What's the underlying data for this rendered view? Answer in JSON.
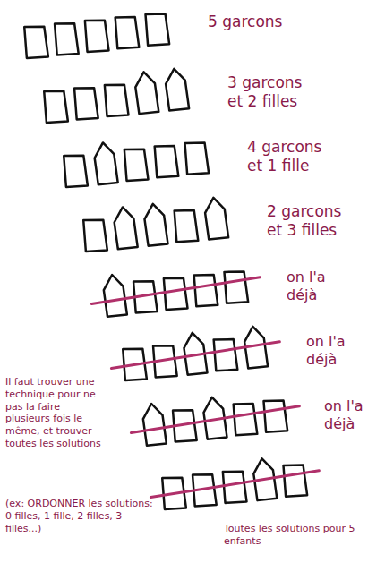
{
  "diagram": {
    "labels": [
      "5 garcons",
      "3 garcons et 2 filles",
      "4 garcons et 1 fille",
      "2 garcons et 3 filles",
      "on l'a déjà",
      "on l'a déjà",
      "on l'a déjà",
      "Il faut trouver une technique pour ne pas la faire plusieurs fois le même, et trouver toutes les solutions",
      "(ex: ORDONNER les solutions: 0 filles, 1 fille, 2 filles, 3 filles...)",
      "Toutes les solutions pour 5 enfants"
    ]
  }
}
